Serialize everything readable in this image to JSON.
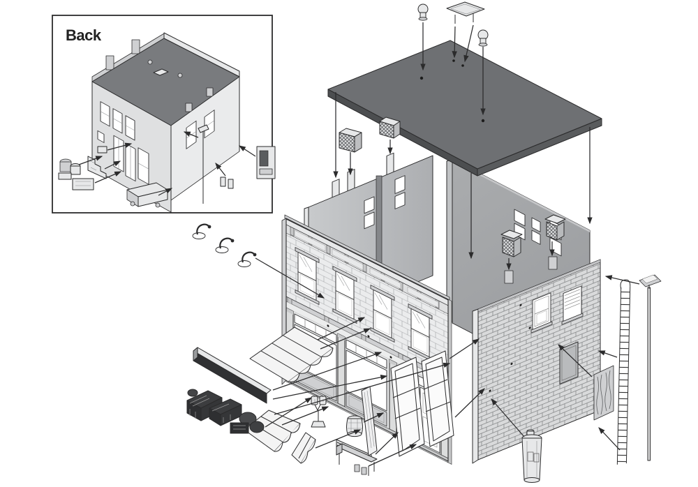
{
  "inset": {
    "label": "Back"
  },
  "colors": {
    "line": "#2b2b2c",
    "bg": "#ffffff",
    "white": "#ffffff",
    "roof-top": "#6e7073",
    "roof-side": "#595b5d",
    "roof-front": "#4c4e50",
    "wall-left": "#bcbec0",
    "wall-rear": "#a3a5a8",
    "wall-rear-light": "#c0c2c4",
    "facade": "#ebeced",
    "facade-trim": "#d8d9da",
    "facade-dark": "#c6c7c8",
    "brick": "#d9dadb",
    "brick-line": "#7c7e80",
    "stone-line": "#9fa1a3",
    "storefront": "#e3e4e5",
    "dark-part": "#303133",
    "part-light": "#e7e8e9",
    "part-mid": "#cfd0d2",
    "inset-roof": "#797b7e",
    "inset-wall": "#dfe0e1",
    "inset-wall-side": "#eaebec"
  },
  "parts": [
    {
      "name": "roof-panel",
      "count": 1
    },
    {
      "name": "roof-vent",
      "count": 2
    },
    {
      "name": "skylight-hatch",
      "count": 1
    },
    {
      "name": "chimney",
      "count": 2
    },
    {
      "name": "chimney-cap",
      "count": 2
    },
    {
      "name": "left-side-wall",
      "count": 1
    },
    {
      "name": "rear-wall",
      "count": 1
    },
    {
      "name": "front-facade",
      "count": 1
    },
    {
      "name": "right-side-wall",
      "count": 1
    },
    {
      "name": "gooseneck-lamp",
      "count": 3
    },
    {
      "name": "store-signboard",
      "count": 1
    },
    {
      "name": "awning",
      "count": 3
    },
    {
      "name": "produce-crates",
      "count": 1
    },
    {
      "name": "parking-meter",
      "count": 1
    },
    {
      "name": "barrel",
      "count": 1
    },
    {
      "name": "bench",
      "count": 1
    },
    {
      "name": "door-frame",
      "count": 2
    },
    {
      "name": "corner-pilaster",
      "count": 1
    },
    {
      "name": "wood-sign",
      "count": 1
    },
    {
      "name": "ladder",
      "count": 1
    },
    {
      "name": "street-lamp",
      "count": 1
    },
    {
      "name": "trash-can",
      "count": 1
    }
  ]
}
